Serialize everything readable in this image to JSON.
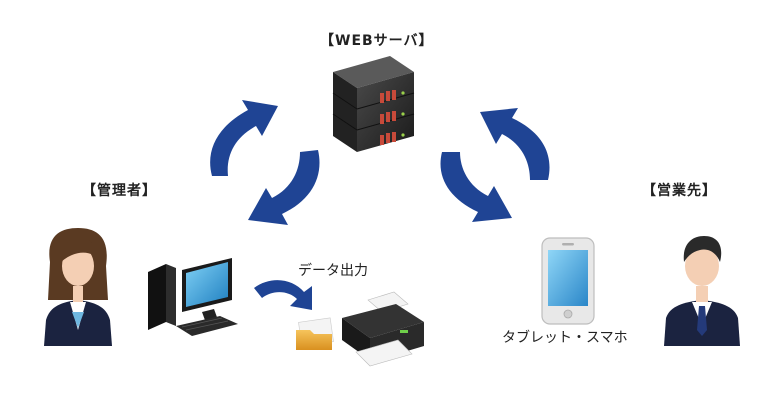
{
  "labels": {
    "server": "【WEBサーバ】",
    "admin": "【管理者】",
    "sales": "【営業先】",
    "data_output": "データ出力",
    "tablet_phone": "タブレット・スマホ"
  },
  "colors": {
    "arrow": "#1f4494",
    "server_body": "#2b2b2b",
    "monitor_screen": "#3aa0d8",
    "folder": "#e8a93a",
    "suit": "#1b2340",
    "skin": "#f4cfb4",
    "hair_female": "#5a3a22",
    "hair_male": "#2a2a2a"
  },
  "icons": {
    "server": "server-rack-icon",
    "admin": "female-admin-icon",
    "sales": "male-sales-icon",
    "pc": "desktop-pc-icon",
    "printer": "printer-icon",
    "folder": "folder-icon",
    "phone": "smartphone-icon"
  }
}
